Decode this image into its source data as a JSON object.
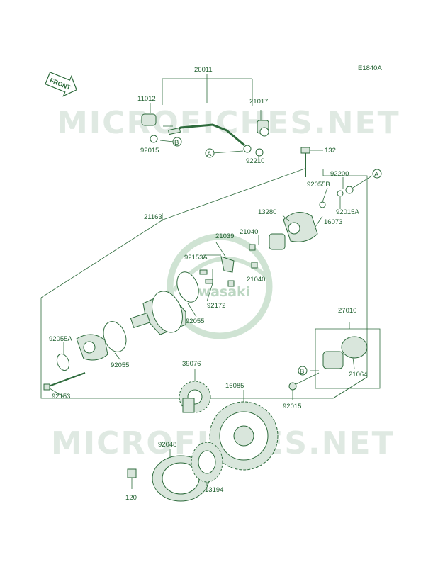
{
  "diagram_code": "E1840A",
  "front_label": "FRONT",
  "watermark_top": "MICROFICHES.NET",
  "watermark_bottom": "MICROFICHES.NET",
  "logo_text": "Kawasaki",
  "callouts": {
    "ref_a": "A",
    "ref_b": "B",
    "ref_a_right": "A",
    "ref_b_lower": "B"
  },
  "parts": [
    {
      "id": "p26011",
      "label": "26011"
    },
    {
      "id": "p11012",
      "label": "11012"
    },
    {
      "id": "p21017",
      "label": "21017"
    },
    {
      "id": "p92015a",
      "label": "92015"
    },
    {
      "id": "p92210",
      "label": "92210"
    },
    {
      "id": "p132",
      "label": "132"
    },
    {
      "id": "p92200",
      "label": "92200"
    },
    {
      "id": "p92055b",
      "label": "92055B"
    },
    {
      "id": "p92015A",
      "label": "92015A"
    },
    {
      "id": "p13280",
      "label": "13280"
    },
    {
      "id": "p16073",
      "label": "16073"
    },
    {
      "id": "p21163",
      "label": "21163"
    },
    {
      "id": "p21039",
      "label": "21039"
    },
    {
      "id": "p21040a",
      "label": "21040"
    },
    {
      "id": "p92153a",
      "label": "92153A"
    },
    {
      "id": "p21040b",
      "label": "21040"
    },
    {
      "id": "p92172",
      "label": "92172"
    },
    {
      "id": "p92055a",
      "label": "92055"
    },
    {
      "id": "p92055A",
      "label": "92055A"
    },
    {
      "id": "p92055c",
      "label": "92055"
    },
    {
      "id": "p92153",
      "label": "92153"
    },
    {
      "id": "p27010",
      "label": "27010"
    },
    {
      "id": "p21064",
      "label": "21064"
    },
    {
      "id": "p92015b",
      "label": "92015"
    },
    {
      "id": "p39076",
      "label": "39076"
    },
    {
      "id": "p16085",
      "label": "16085"
    },
    {
      "id": "p92048",
      "label": "92048"
    },
    {
      "id": "p120",
      "label": "120"
    },
    {
      "id": "p13194",
      "label": "13194"
    }
  ]
}
